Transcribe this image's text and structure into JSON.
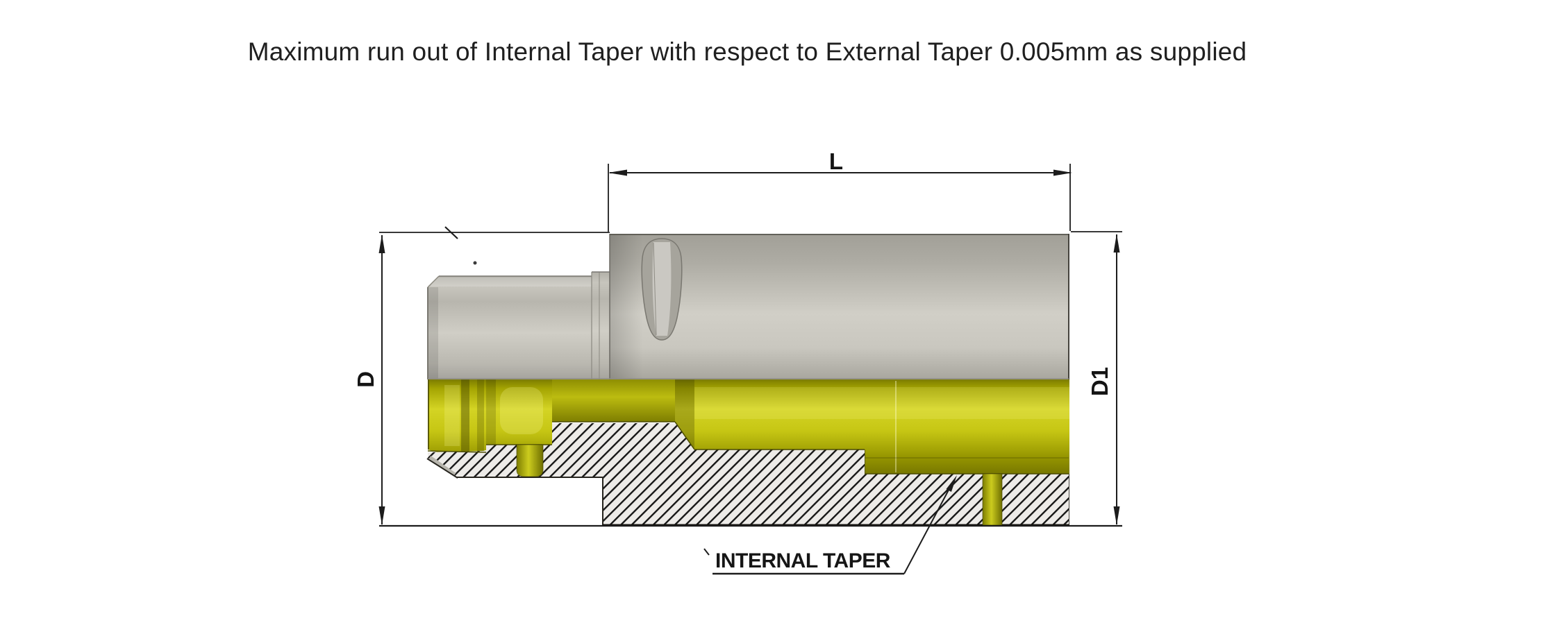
{
  "title": "Maximum run out of Internal Taper with respect to External Taper 0.005mm as supplied",
  "dimensions": {
    "length_label": "L",
    "outer_diameter_label": "D",
    "body_diameter_label": "D1"
  },
  "callouts": {
    "internal_taper_label": "INTERNAL TAPER"
  },
  "colors": {
    "background": "#ffffff",
    "dimension_line": "#1c1c1c",
    "steel_gray_light": "#d0cec6",
    "steel_gray_dark": "#a19f97",
    "bore_yellow_bright": "#d4d424",
    "bore_yellow_dark": "#6f6f00",
    "hatch_background": "#edebe8",
    "hatch_line": "#161616"
  }
}
